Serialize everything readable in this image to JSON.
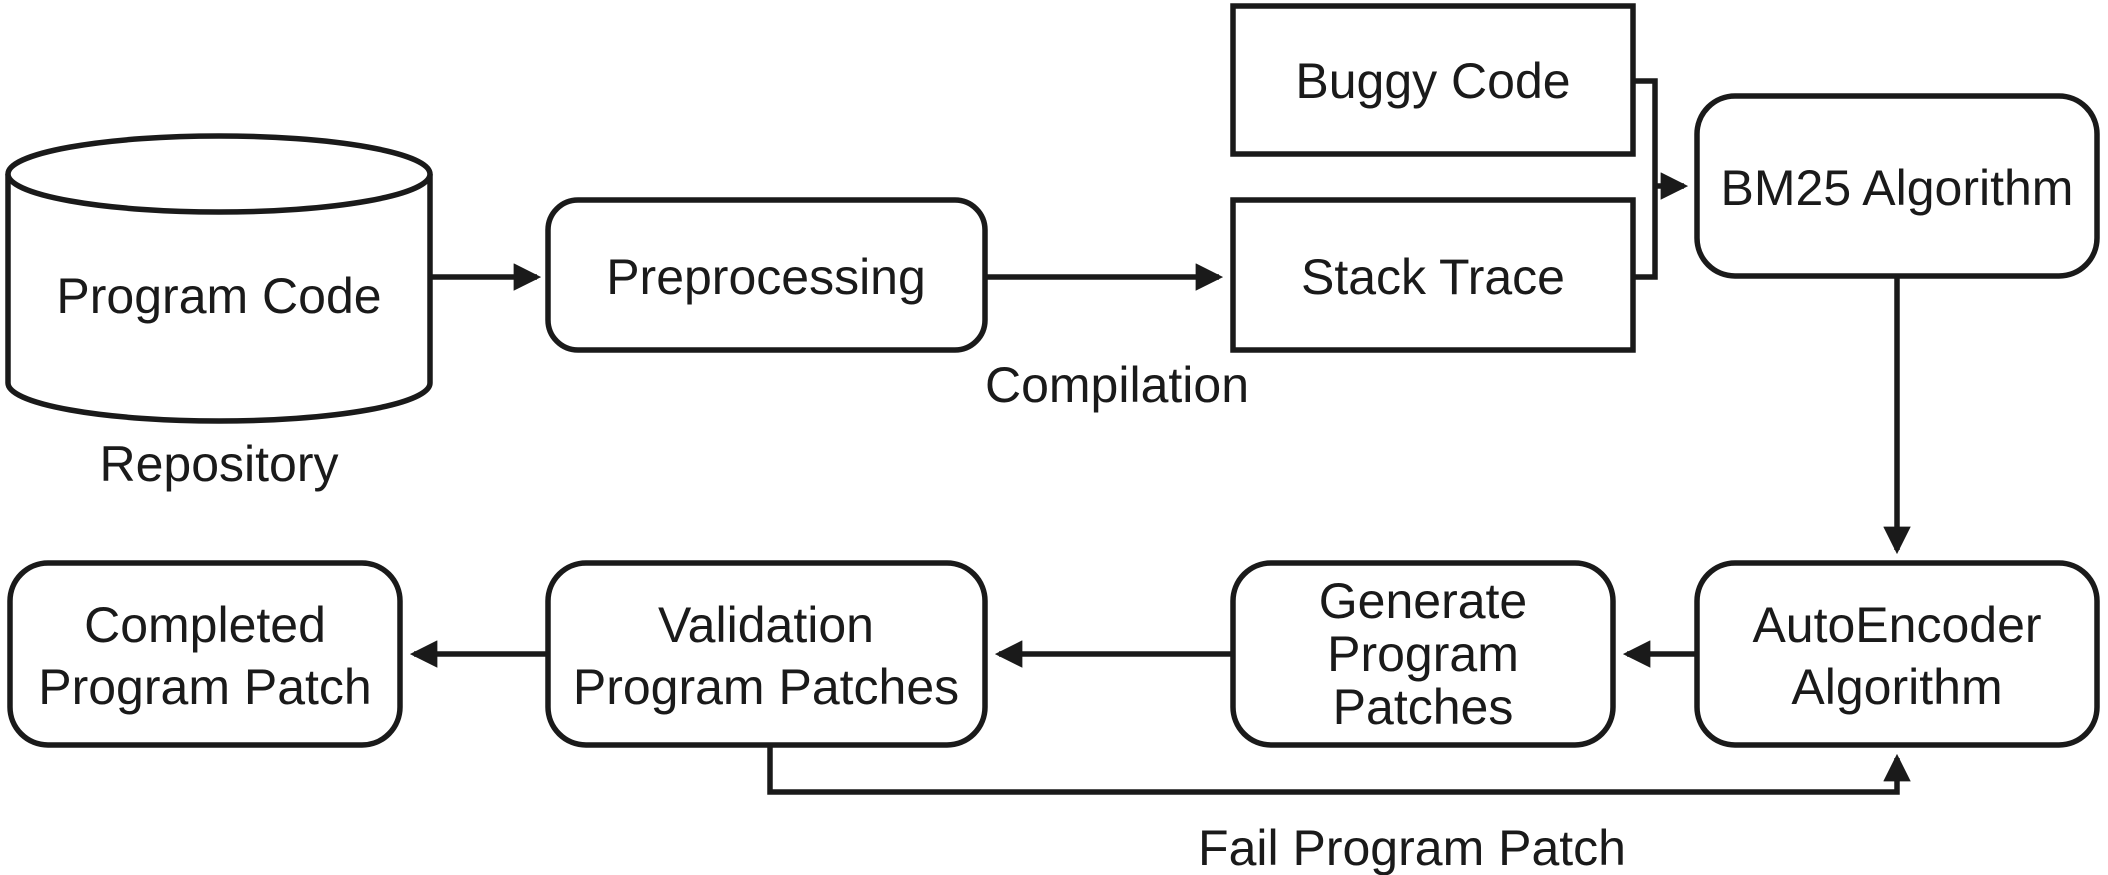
{
  "diagram": {
    "background_color": "#ffffff",
    "stroke_color": "#1a1a1a",
    "text_color": "#1a1a1a",
    "nodes": {
      "repository": {
        "shape": "cylinder",
        "label": "Program Code",
        "caption": "Repository"
      },
      "preprocessing": {
        "shape": "rounded-rect",
        "label": "Preprocessing"
      },
      "buggy_code": {
        "shape": "rect",
        "label": "Buggy Code"
      },
      "stack_trace": {
        "shape": "rect",
        "label": "Stack Trace"
      },
      "bm25": {
        "shape": "rounded-rect",
        "label": "BM25 Algorithm"
      },
      "autoencoder": {
        "shape": "rounded-rect",
        "line1": "AutoEncoder",
        "line2": "Algorithm"
      },
      "generate_patches": {
        "shape": "rounded-rect",
        "line1": "Generate",
        "line2": "Program",
        "line3": "Patches"
      },
      "validation_patches": {
        "shape": "rounded-rect",
        "line1": "Validation",
        "line2": "Program Patches"
      },
      "completed_patch": {
        "shape": "rounded-rect",
        "line1": "Completed",
        "line2": "Program Patch"
      }
    },
    "edge_labels": {
      "compilation": "Compilation",
      "fail_program_patch": "Fail Program Patch"
    },
    "edges": [
      "repository -> preprocessing",
      "preprocessing -> stack_trace (Compilation)",
      "buggy_code -> bm25",
      "stack_trace -> bm25",
      "bm25 -> autoencoder",
      "autoencoder -> generate_patches",
      "generate_patches -> validation_patches",
      "validation_patches -> completed_patch",
      "validation_patches -> autoencoder (Fail Program Patch)"
    ]
  }
}
